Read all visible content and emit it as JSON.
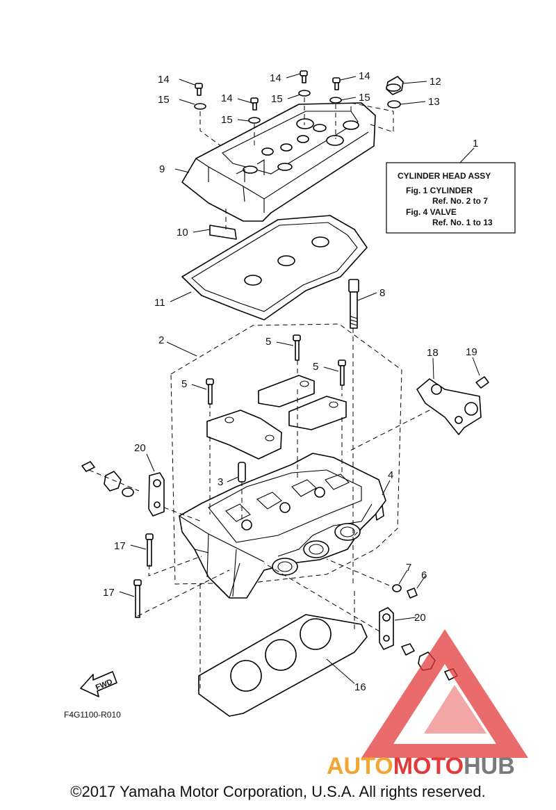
{
  "callouts": {
    "c1": "1",
    "c2": "2",
    "c3": "3",
    "c4": "4",
    "c5a": "5",
    "c5b": "5",
    "c5c": "5",
    "c6": "6",
    "c7": "7",
    "c8": "8",
    "c9": "9",
    "c10": "10",
    "c11": "11",
    "c12": "12",
    "c13": "13",
    "c14a": "14",
    "c14b": "14",
    "c14c": "14",
    "c14d": "14",
    "c15a": "15",
    "c15b": "15",
    "c15c": "15",
    "c15d": "15",
    "c16": "16",
    "c17a": "17",
    "c17b": "17",
    "c18": "18",
    "c19": "19",
    "c20a": "20",
    "c20b": "20"
  },
  "info_box": {
    "title": "CYLINDER HEAD ASSY",
    "fig1": "Fig. 1 CYLINDER",
    "fig1_ref": "Ref. No. 2 to 7",
    "fig4": "Fig. 4 VALVE",
    "fig4_ref": "Ref. No. 1 to 13"
  },
  "fwd_label": "FWD",
  "diagram_code": "F4G1100-R010",
  "watermark": {
    "auto": "AUTO",
    "moto": "MOTO",
    "hub": "HUB"
  },
  "colors": {
    "watermark_red": "#e23a3a",
    "watermark_orange": "#f2a531",
    "watermark_gray": "#7a7a7a"
  },
  "copyright": "©2017 Yamaha Motor Corporation, U.S.A. All rights reserved."
}
